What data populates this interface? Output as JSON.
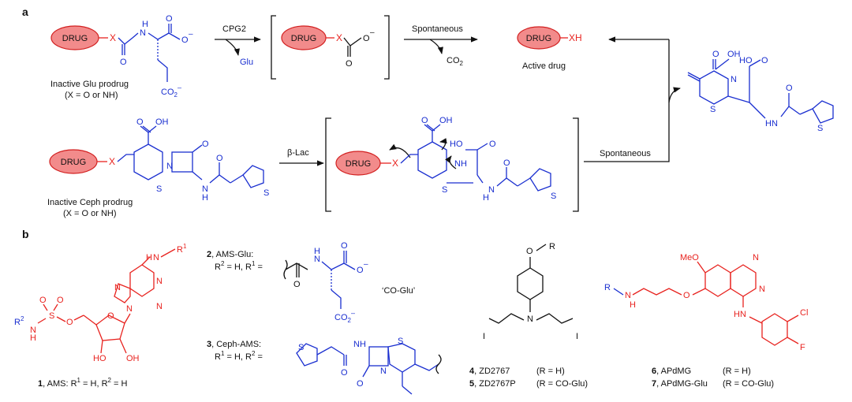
{
  "panel_labels": {
    "a": "a",
    "b": "b"
  },
  "colors": {
    "drug_fill": "#f28b8b",
    "drug_stroke": "#d22020",
    "promoiety": "#1a2fd0",
    "red": "#e8231f",
    "text": "#111111"
  },
  "panel_a": {
    "drug_label": "DRUG",
    "x_label": "X",
    "xh_label": "XH",
    "glu_prodrug": {
      "line1": "Inactive Glu prodrug",
      "line2": "(X = O or NH)"
    },
    "ceph_prodrug": {
      "line1": "Inactive Ceph prodrug",
      "line2": "(X = O or NH)"
    },
    "cpg2_label": "CPG2",
    "glu_label": "Glu",
    "spontaneous_1": "Spontaneous",
    "co2_label": "CO",
    "co2_sub": "2",
    "active_drug": "Active drug",
    "blac_label": "β-Lac",
    "spontaneous_2": "Spontaneous",
    "atoms": {
      "O": "O",
      "N": "N",
      "S": "S",
      "H": "H",
      "OH": "OH",
      "HO": "HO",
      "NH": "NH",
      "CO2": "CO",
      "sub2": "2",
      "minus": "–"
    }
  },
  "panel_b": {
    "c1": {
      "num": "1",
      "name": ", AMS: R",
      "r1": "1",
      "mid": " = H, R",
      "r2": "2",
      "end": " = H"
    },
    "c2": {
      "num": "2",
      "name": ", AMS-Glu:",
      "line2a": "R",
      "line2b": "2",
      "line2c": " = H, R",
      "line2d": "1",
      "line2e": " =",
      "co_glu": "‘CO-Glu’"
    },
    "c3": {
      "num": "3",
      "name": ", Ceph-AMS:",
      "line2a": "R",
      "line2b": "1",
      "line2c": " = H, R",
      "line2d": "2",
      "line2e": " ="
    },
    "c4": {
      "num": "4",
      "name": ", ZD2767",
      "r": "(R = H)"
    },
    "c5": {
      "num": "5",
      "name": ", ZD2767P",
      "r": "(R = CO-Glu)"
    },
    "c6": {
      "num": "6",
      "name": ", APdMG",
      "r": "(R = H)"
    },
    "c7": {
      "num": "7",
      "name": ", APdMG-Glu",
      "r": "(R = CO-Glu)"
    },
    "atoms": {
      "R": "R",
      "R1": "1",
      "R2": "2",
      "MeO": "MeO",
      "Cl": "Cl",
      "F": "F",
      "I": "I",
      "N": "N",
      "H": "H",
      "O": "O",
      "S": "S",
      "OH": "OH",
      "HO": "HO",
      "HN": "HN",
      "NH": "NH"
    }
  }
}
